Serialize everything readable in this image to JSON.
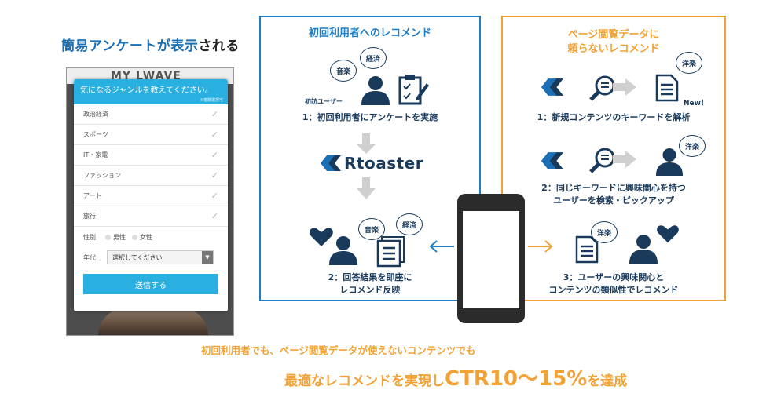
{
  "left": {
    "title_pre": "簡易アンケートが表示",
    "title_post": "される",
    "bg_logo": "MY LWAVE",
    "modal_title": "気になるジャンルを教えてください。",
    "modal_note": "※複数選択可",
    "genres": [
      "政治経済",
      "スポーツ",
      "IT・家電",
      "ファッション",
      "アート",
      "旅行"
    ],
    "gender_label": "性別",
    "gender_options": [
      "男性",
      "女性"
    ],
    "age_label": "年代",
    "age_select": "選択してください",
    "submit_label": "送信する"
  },
  "blue_box": {
    "title": "初回利用者へのレコメンド",
    "bubble_a": "音楽",
    "bubble_b": "経済",
    "first_user_label": "初訪ユーザー",
    "step1": "1：初回利用者にアンケートを実施",
    "rtoaster": "Rtoaster",
    "bubble_c": "音楽",
    "bubble_d": "経済",
    "step2_line1": "2：回答結果を即座に",
    "step2_line2": "レコメンド反映"
  },
  "orange_box": {
    "title_line1": "ページ閲覧データに",
    "title_line2": "頼らないレコメンド",
    "bubble_yogaku1": "洋楽",
    "new_label": "New！",
    "step1": "1：新規コンテンツのキーワードを解析",
    "bubble_yogaku2": "洋楽",
    "step2_line1": "2：同じキーワードに興味関心を持つ",
    "step2_line2": "ユーザーを検索・ピックアップ",
    "bubble_yogaku3": "洋楽",
    "step3_line1": "3：ユーザーの興味関心と",
    "step3_line2": "コンテンツの類似性でレコメンド"
  },
  "bottom": {
    "line1": "初回利用者でも、ページ閲覧データが使えないコンテンツでも",
    "line2_pre": "最適なレコメンドを実現し",
    "line2_big": "CTR10〜15%",
    "line2_post": "を達成"
  },
  "colors": {
    "blue": "#1e7dc6",
    "orange": "#f2a234",
    "navy": "#1a3a5c",
    "survey_blue": "#2ab0e0"
  }
}
